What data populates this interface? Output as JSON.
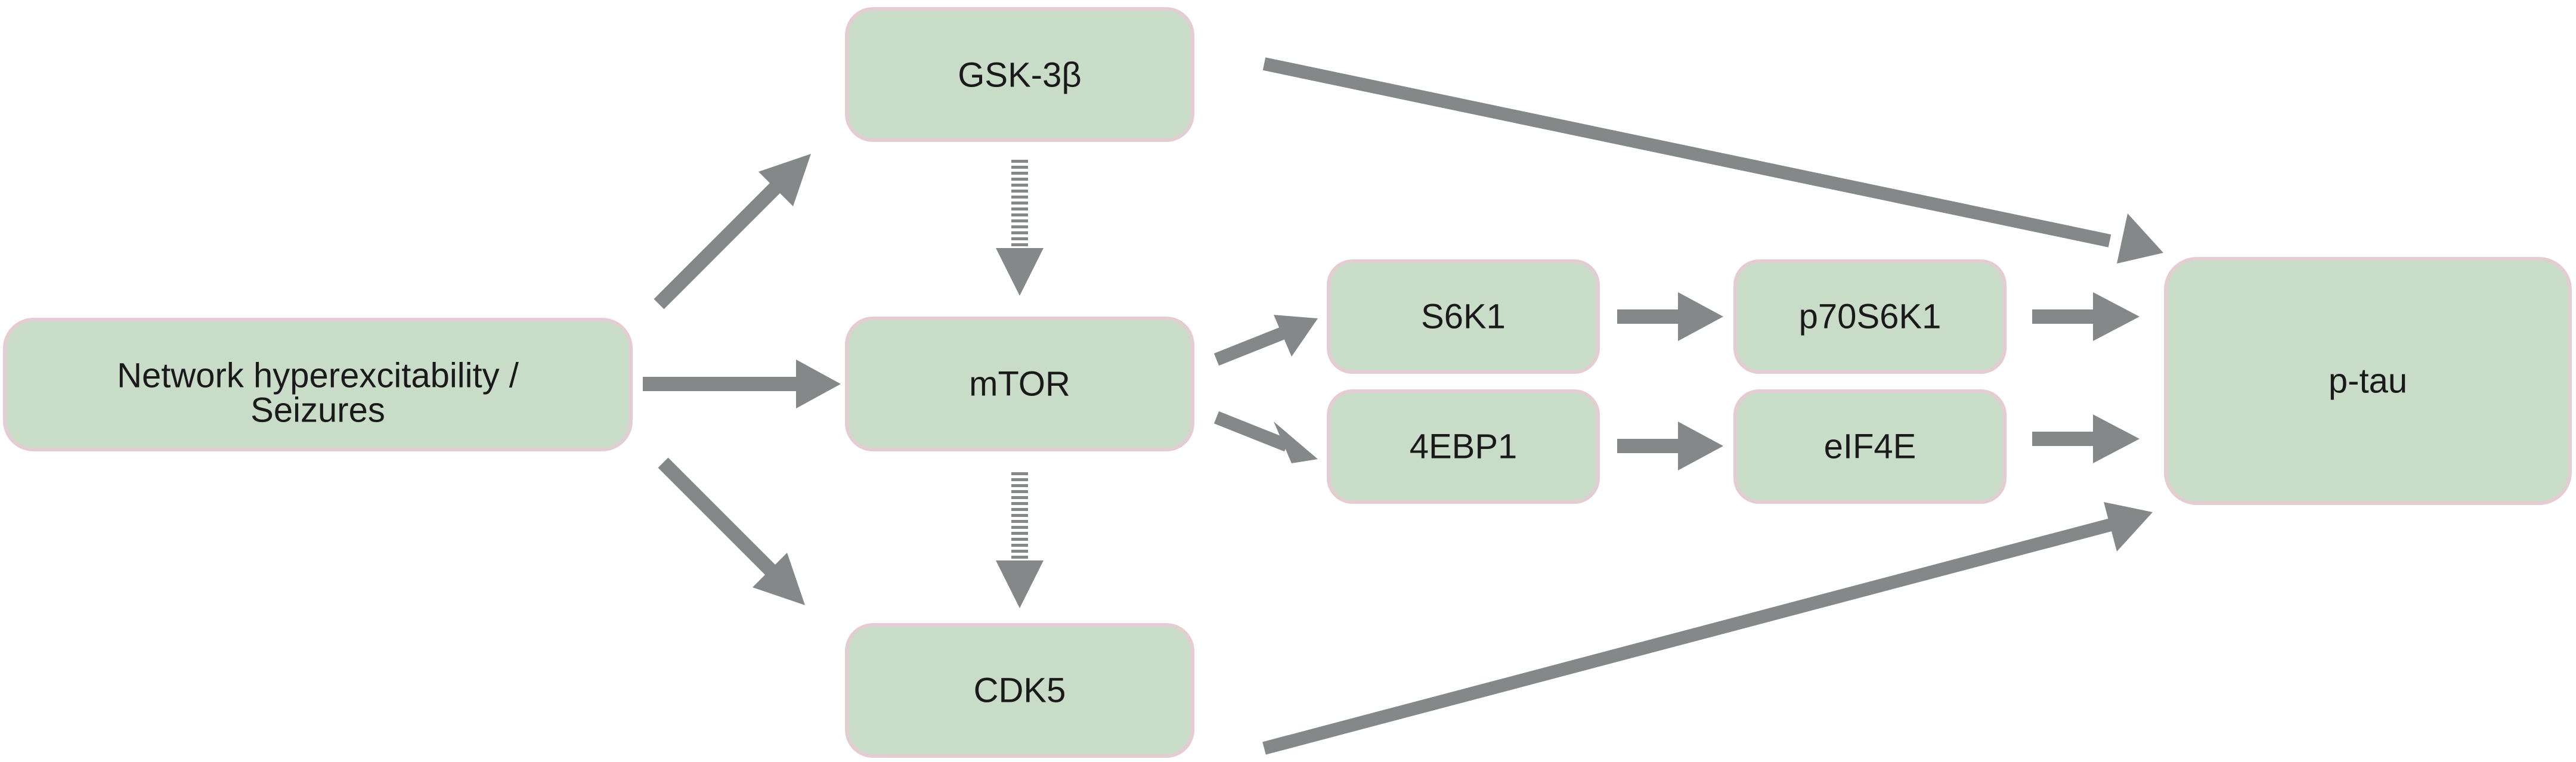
{
  "diagram": {
    "colors": {
      "node_fill": "#c9dcc8",
      "node_stroke": "#e3cdd2",
      "arrow": "#848888",
      "text": "#1a1a1a"
    },
    "nodes": {
      "seizures": {
        "line1": "Network hyperexcitability /",
        "line2": "Seizures"
      },
      "gsk3b": {
        "label": "GSK-3β"
      },
      "mtor": {
        "label": "mTOR"
      },
      "cdk5": {
        "label": "CDK5"
      },
      "s6k1": {
        "label": "S6K1"
      },
      "p70s6k1": {
        "label": "p70S6K1"
      },
      "4ebp1": {
        "label": "4EBP1"
      },
      "eif4e": {
        "label": "eIF4E"
      },
      "ptau": {
        "label": "p-tau"
      }
    }
  }
}
